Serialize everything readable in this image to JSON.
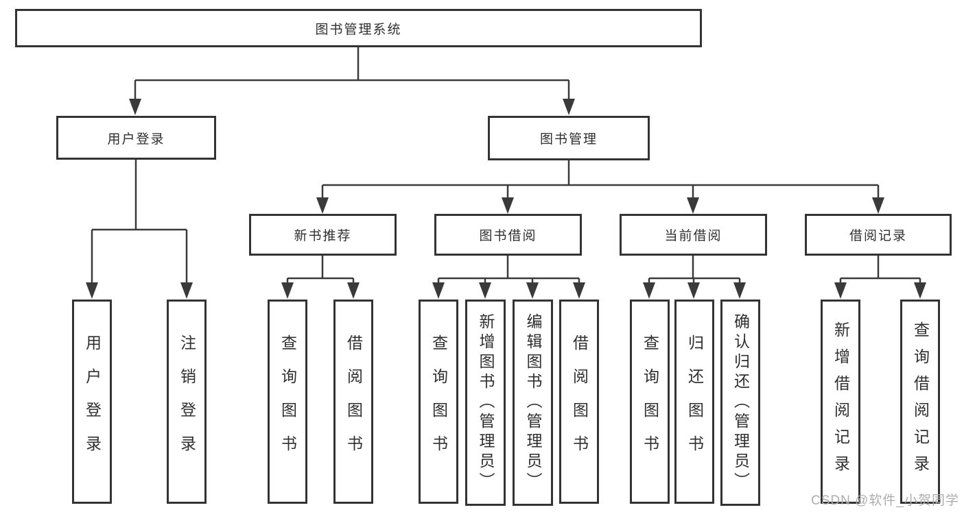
{
  "tree": {
    "root": {
      "label": "图书管理系统",
      "children": [
        {
          "label": "用户登录",
          "children": [
            {
              "label": "用户登录"
            },
            {
              "label": "注销登录"
            }
          ]
        },
        {
          "label": "图书管理",
          "children": [
            {
              "label": "新书推荐",
              "children": [
                {
                  "label": "查询图书"
                },
                {
                  "label": "借阅图书"
                }
              ]
            },
            {
              "label": "图书借阅",
              "children": [
                {
                  "label": "查询图书"
                },
                {
                  "label": "新增图书（管理员）"
                },
                {
                  "label": "编辑图书（管理员）"
                },
                {
                  "label": "借阅图书"
                }
              ]
            },
            {
              "label": "当前借阅",
              "children": [
                {
                  "label": "查询图书"
                },
                {
                  "label": "归还图书"
                },
                {
                  "label": "确认归还（管理员）"
                }
              ]
            },
            {
              "label": "借阅记录",
              "children": [
                {
                  "label": "新增借阅记录"
                },
                {
                  "label": "查询借阅记录"
                }
              ]
            }
          ]
        }
      ]
    }
  },
  "watermark": "CSDN @软件_小贺同学",
  "colors": {
    "line": "#3a3a3a",
    "box_border": "#333333",
    "text": "#2f2f2f",
    "watermark": "#adadad",
    "background": "#ffffff"
  }
}
